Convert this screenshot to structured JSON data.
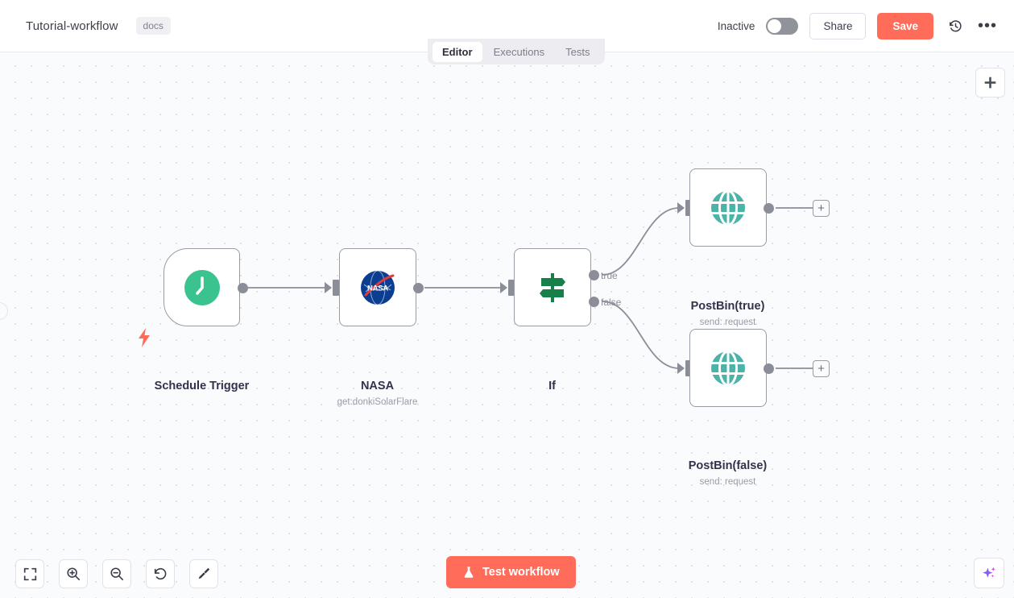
{
  "header": {
    "workflow_title": "Tutorial-workflow",
    "tag": "docs",
    "active_state_label": "Inactive",
    "share_label": "Share",
    "save_label": "Save",
    "history_icon": "history-icon",
    "more_icon": "ellipsis-icon"
  },
  "tabs": [
    {
      "label": "Editor",
      "active": true
    },
    {
      "label": "Executions",
      "active": false
    },
    {
      "label": "Tests",
      "active": false
    }
  ],
  "canvas": {
    "add_node_label": "+",
    "nodes": [
      {
        "name": "Schedule Trigger",
        "subtitle": "",
        "icon": "clock-icon",
        "type": "trigger"
      },
      {
        "name": "NASA",
        "subtitle": "get:donkiSolarFlare",
        "icon": "nasa-logo-icon",
        "type": "action"
      },
      {
        "name": "If",
        "subtitle": "",
        "icon": "signpost-icon",
        "type": "condition"
      },
      {
        "name": "PostBin(true)",
        "subtitle": "send: request",
        "icon": "globe-icon",
        "type": "action"
      },
      {
        "name": "PostBin(false)",
        "subtitle": "send: request",
        "icon": "globe-icon",
        "type": "action"
      }
    ],
    "output_labels": {
      "true": "true",
      "false": "false"
    },
    "stub_plus": "+"
  },
  "toolbar": {
    "buttons": [
      {
        "name": "fit-view",
        "icon": "fit-view-icon"
      },
      {
        "name": "zoom-in",
        "icon": "zoom-in-icon"
      },
      {
        "name": "zoom-out",
        "icon": "zoom-out-icon"
      },
      {
        "name": "reset-zoom",
        "icon": "undo-icon"
      },
      {
        "name": "tidy-up",
        "icon": "broom-icon"
      }
    ],
    "test_workflow_label": "Test workflow",
    "assistant_icon": "sparkle-icon"
  },
  "colors": {
    "accent": "#ff6d5a",
    "trigger_green": "#3ac28f",
    "condition_green": "#17804a",
    "postbin_teal": "#4cb3a8",
    "node_border": "#9a9ba5",
    "canvas_bg": "#fafbfc"
  }
}
